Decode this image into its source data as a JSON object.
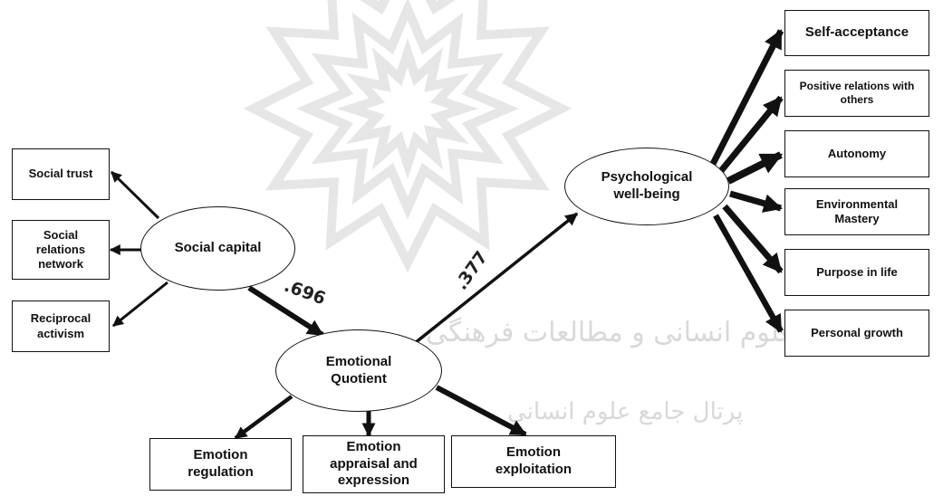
{
  "constructs": {
    "social_capital": "Social capital",
    "emotional_quotient": "Emotional\nQuotient",
    "psychological_wellbeing": "Psychological\nwell-being"
  },
  "social_capital_indicators": [
    "Social trust",
    "Social\nrelations\nnetwork",
    "Reciprocal\nactivism"
  ],
  "eq_indicators": [
    "Emotion\nregulation",
    "Emotion\nappraisal and\nexpression",
    "Emotion\nexploitation"
  ],
  "pwb_indicators": [
    "Self-acceptance",
    "Positive relations with\nothers",
    "Autonomy",
    "Environmental\nMastery",
    "Purpose in life",
    "Personal growth"
  ],
  "paths": [
    {
      "from": "social_capital",
      "to": "emotional_quotient",
      "coefficient": ".696"
    },
    {
      "from": "emotional_quotient",
      "to": "psychological_wellbeing",
      "coefficient": ".377"
    }
  ],
  "watermark": {
    "line1": "پژوهشگاه علوم انسانی و مطالعات فرهنگی",
    "line2": "پرتال جامع علوم انسانی"
  }
}
